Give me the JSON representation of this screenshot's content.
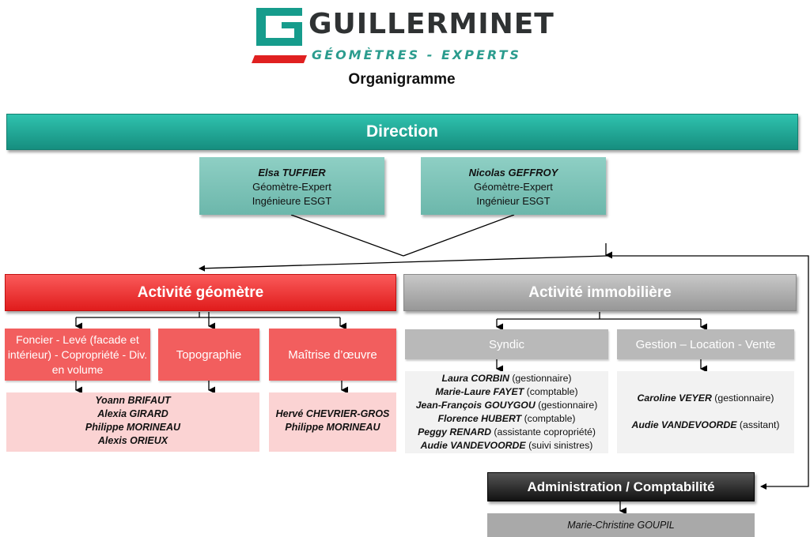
{
  "logo": {
    "text": "GUILLERMINET",
    "subtitle": "GÉOMÈTRES - EXPERTS",
    "accent_color": "#169c8c",
    "red_color": "#e02020"
  },
  "title": "Organigramme",
  "direction": {
    "label": "Direction",
    "people": [
      {
        "name": "Elsa TUFFIER",
        "line1": "Géomètre-Expert",
        "line2": "Ingénieure ESGT"
      },
      {
        "name": "Nicolas GEFFROY",
        "line1": "Géomètre-Expert",
        "line2": "Ingénieur ESGT"
      }
    ]
  },
  "geometre": {
    "label": "Activité géomètre",
    "color": "#e82626",
    "foncier": {
      "label": "Foncier - Levé (facade et intérieur) - Copropriété - Div. en volume"
    },
    "topographie": {
      "label": "Topographie"
    },
    "maitrise": {
      "label": "Maîtrise d’œuvre"
    },
    "foncier_topo_people": [
      "Yoann BRIFAUT",
      "Alexia GIRARD",
      "Philippe MORINEAU",
      "Alexis ORIEUX"
    ],
    "maitrise_people": [
      "Hervé CHEVRIER-GROS",
      "Philippe MORINEAU"
    ]
  },
  "immobiliere": {
    "label": "Activité immobilière",
    "color": "#a8a8a8",
    "syndic": {
      "label": "Syndic",
      "people": [
        {
          "name": "Laura CORBIN",
          "role": "(gestionnaire)"
        },
        {
          "name": "Marie-Laure FAYET",
          "role": "(comptable)"
        },
        {
          "name": "Jean-François GOUYGOU",
          "role": "(gestionnaire)"
        },
        {
          "name": "Florence HUBERT",
          "role": "(comptable)"
        },
        {
          "name": "Peggy RENARD",
          "role": "(assistante copropriété)"
        },
        {
          "name": "Audie VANDEVOORDE",
          "role": "(suivi sinistres)"
        }
      ]
    },
    "gestion": {
      "label": "Gestion – Location - Vente",
      "people": [
        {
          "name": "Caroline VEYER",
          "role": "(gestionnaire)"
        },
        {
          "name": "Audie VANDEVOORDE",
          "role": "(assitant)"
        }
      ]
    }
  },
  "administration": {
    "label": "Administration / Comptabilité",
    "people": [
      "Marie-Christine GOUPIL"
    ]
  }
}
